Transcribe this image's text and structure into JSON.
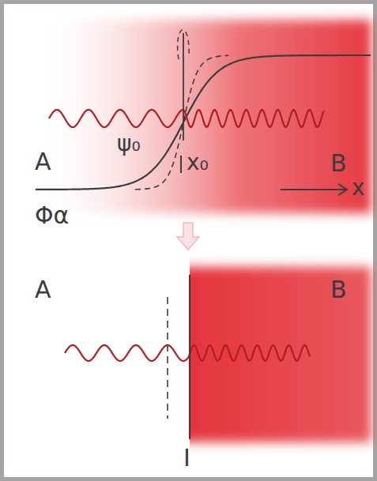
{
  "diagram": {
    "labels": [
      "A",
      "B",
      "ψ₀",
      "x₀",
      "x",
      "Φα",
      "A",
      "B",
      "I"
    ]
  }
}
